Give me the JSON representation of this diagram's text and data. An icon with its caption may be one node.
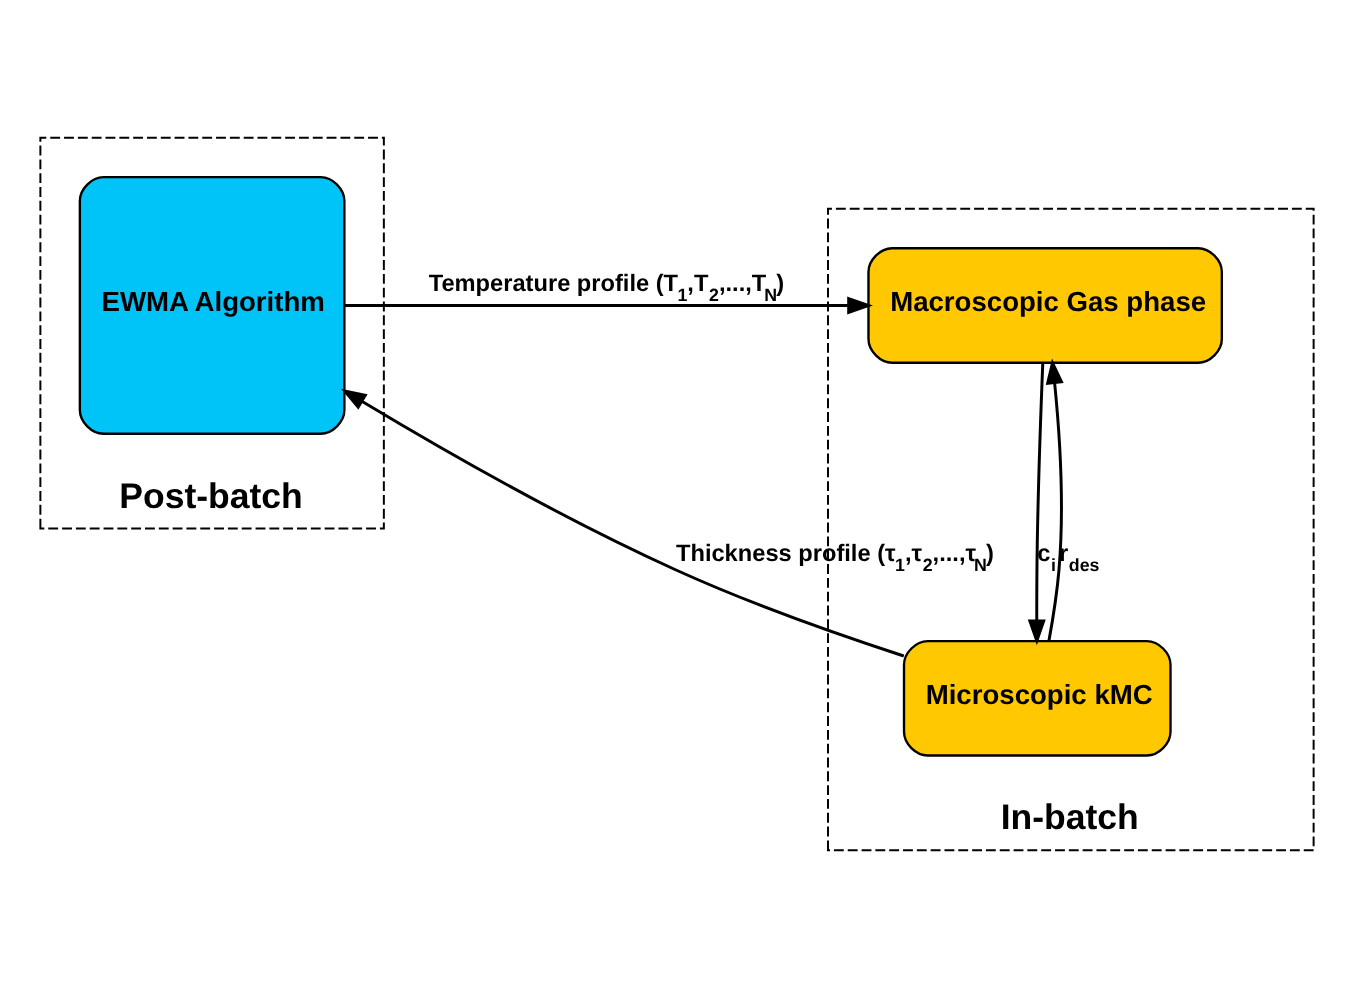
{
  "diagram": {
    "nodes": [
      {
        "text": [
          "Post-batch"
        ]
      },
      {
        "text": [
          "In-batch"
        ]
      },
      {
        "text": [
          "EWMA Algorithm"
        ],
        "in": 0
      },
      {
        "text": [
          "Macroscopic Gas phase"
        ],
        "in": 1
      },
      {
        "text": [
          "Microscopic kMC"
        ],
        "in": 1
      }
    ],
    "edges": [
      {
        "from": 2,
        "to": 3,
        "arrow": "to",
        "label": "Temperature profile (T$_{1}$,T$_{2}$,...,T$_{N}$)"
      },
      {
        "from": 3,
        "to": 4,
        "arrow": "to",
        "label": "c$_{i}$"
      },
      {
        "from": 4,
        "to": 3,
        "arrow": "to",
        "label": "r$_{des}$"
      },
      {
        "from": 4,
        "to": 2,
        "arrow": "to",
        "label": "Thickness profile (τ$_{1}$,τ$_{2}$,...,τ$_{N}$)"
      }
    ]
  }
}
